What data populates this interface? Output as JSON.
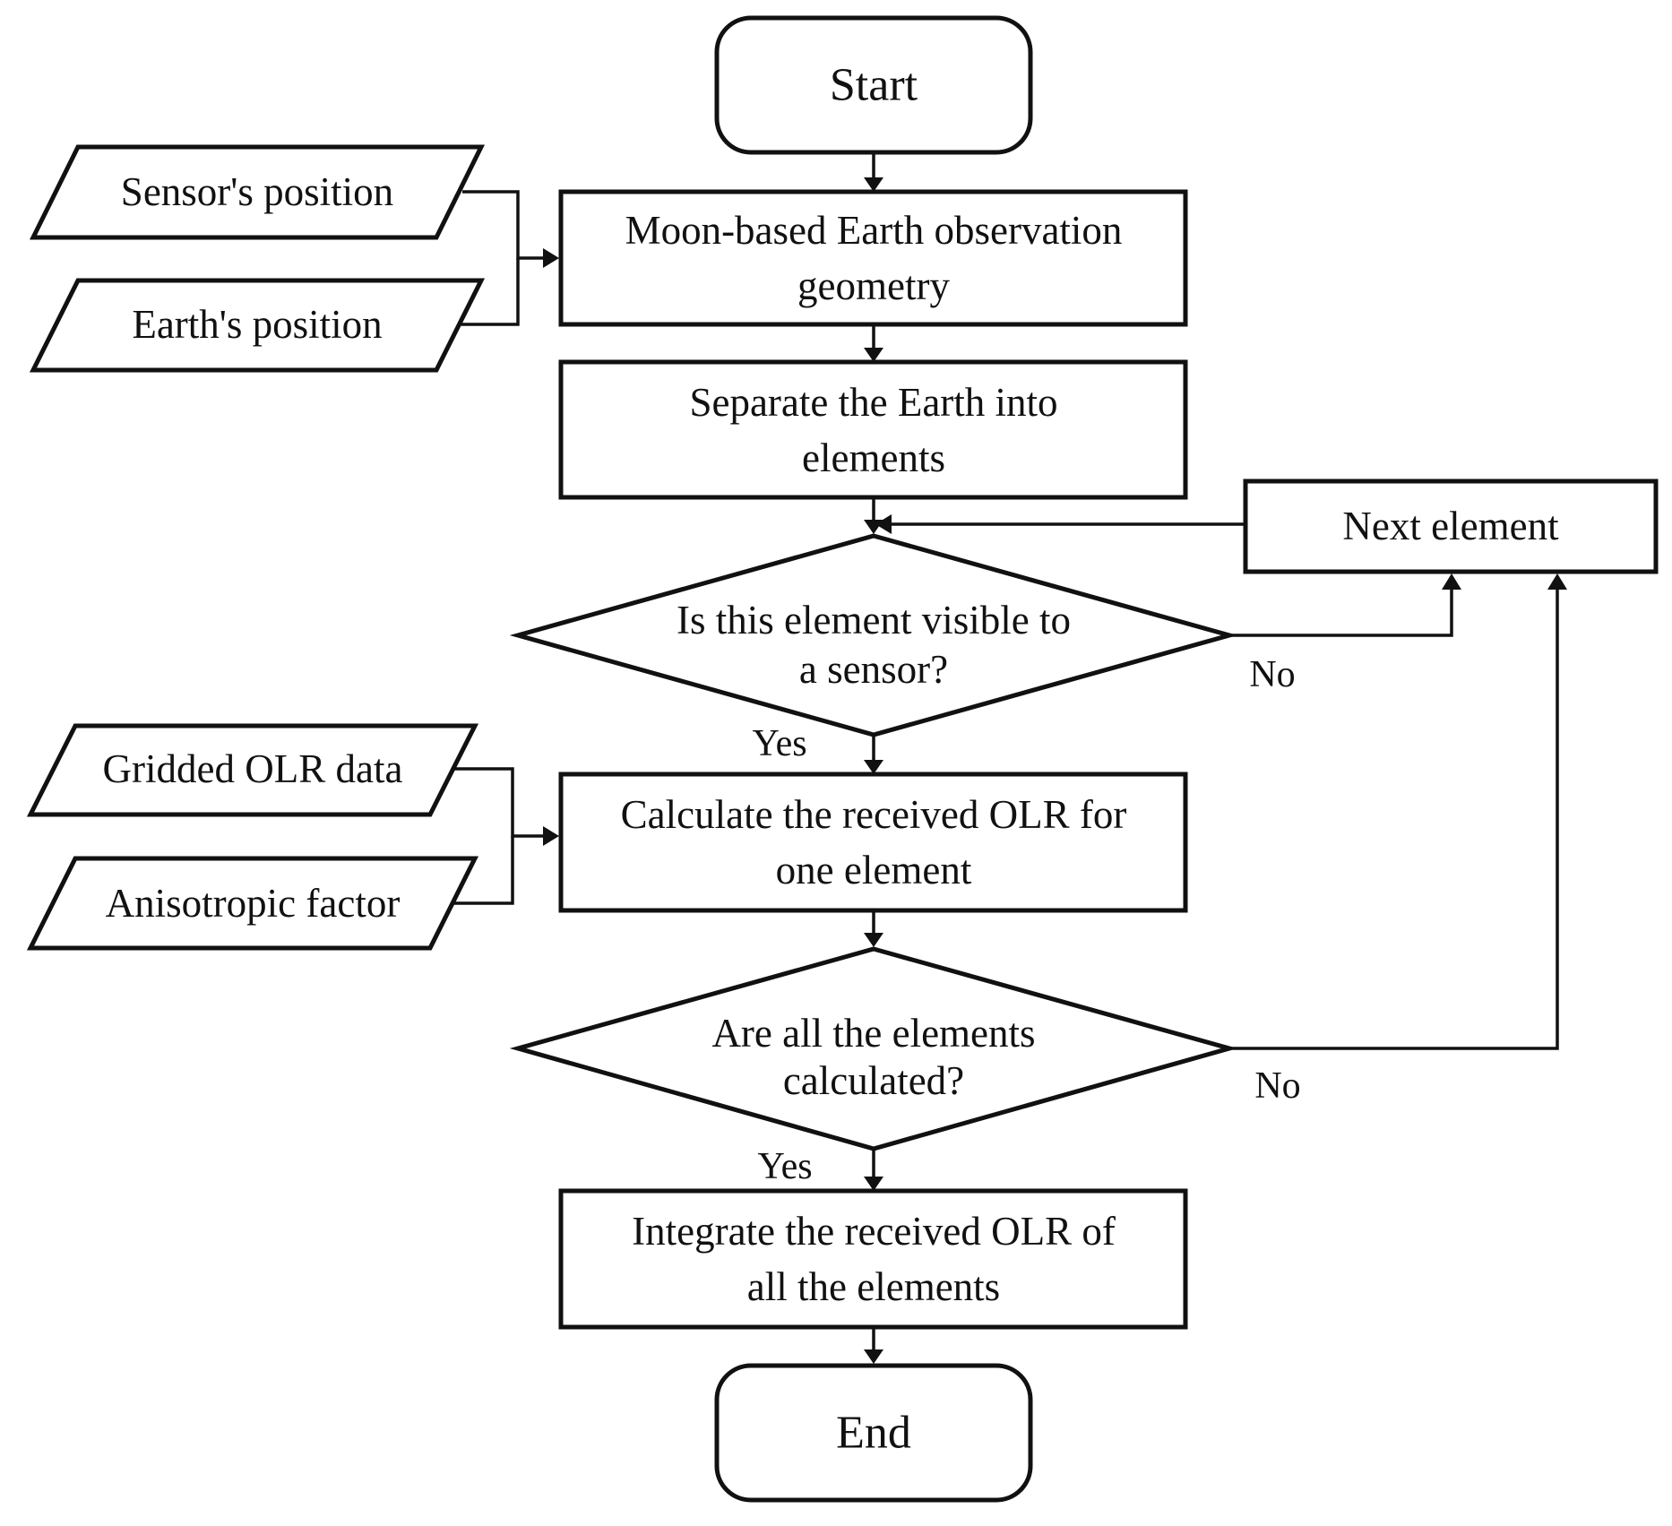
{
  "diagram": {
    "nodes": {
      "start": {
        "lines": [
          "Start"
        ]
      },
      "sensor_pos": {
        "lines": [
          "Sensor's position"
        ]
      },
      "earth_pos": {
        "lines": [
          "Earth's position"
        ]
      },
      "geometry": {
        "lines": [
          "Moon-based Earth observation",
          "geometry"
        ]
      },
      "separate": {
        "lines": [
          "Separate the Earth into",
          "elements"
        ]
      },
      "next": {
        "lines": [
          "Next element"
        ]
      },
      "visible": {
        "lines": [
          "Is this element visible to",
          "a sensor?"
        ]
      },
      "olr_data": {
        "lines": [
          "Gridded OLR data"
        ]
      },
      "aniso": {
        "lines": [
          "Anisotropic factor"
        ]
      },
      "calculate": {
        "lines": [
          "Calculate the received OLR for",
          "one element"
        ]
      },
      "all_calc": {
        "lines": [
          "Are all the elements",
          "calculated?"
        ]
      },
      "integrate": {
        "lines": [
          "Integrate the received OLR of",
          "all the elements"
        ]
      },
      "end": {
        "lines": [
          "End"
        ]
      }
    },
    "edge_labels": {
      "visible_yes": "Yes",
      "visible_no": "No",
      "all_yes": "Yes",
      "all_no": "No"
    }
  }
}
